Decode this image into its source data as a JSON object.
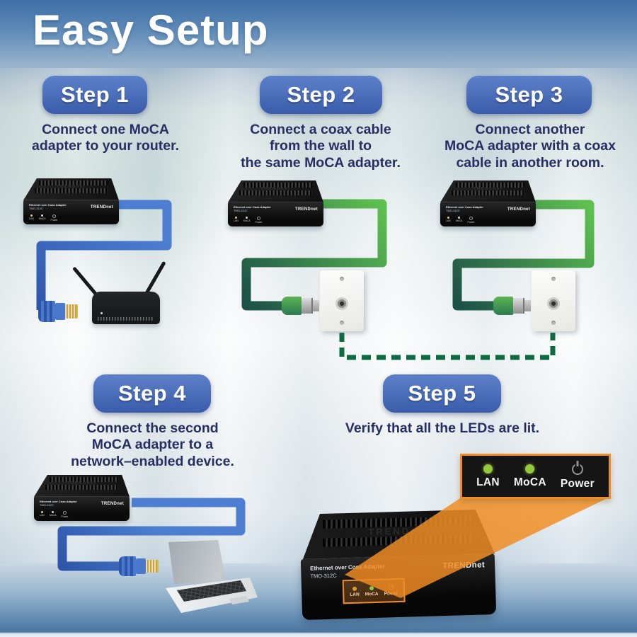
{
  "title": "Easy Setup",
  "steps": [
    {
      "label": "Step 1",
      "description": "Connect one MoCA\nadapter to your router."
    },
    {
      "label": "Step 2",
      "description": "Connect a coax cable\nfrom the wall to\nthe same MoCA adapter."
    },
    {
      "label": "Step 3",
      "description": "Connect another\nMoCA adapter with a coax\ncable in another room."
    },
    {
      "label": "Step 4",
      "description": "Connect the second\nMoCA adapter to a\nnetwork–enabled device."
    },
    {
      "label": "Step 5",
      "description": "Verify that all the LEDs are lit."
    }
  ],
  "device": {
    "brand": "TRENDnet",
    "product": "Ethernet over Coax Adapter",
    "model": "TMO-312C",
    "led_lan": "LAN",
    "led_moca": "MoCA",
    "led_power": "Power"
  },
  "colors": {
    "pill_blue": "#4469b4",
    "text_navy": "#272e63",
    "accent_orange": "#ef8c2a",
    "led_green": "#95c93d",
    "cable_green": "#3fae4c",
    "cable_green_dark": "#1c5048",
    "cable_blue": "#3c68be",
    "dashed_green": "#0c6b40"
  }
}
